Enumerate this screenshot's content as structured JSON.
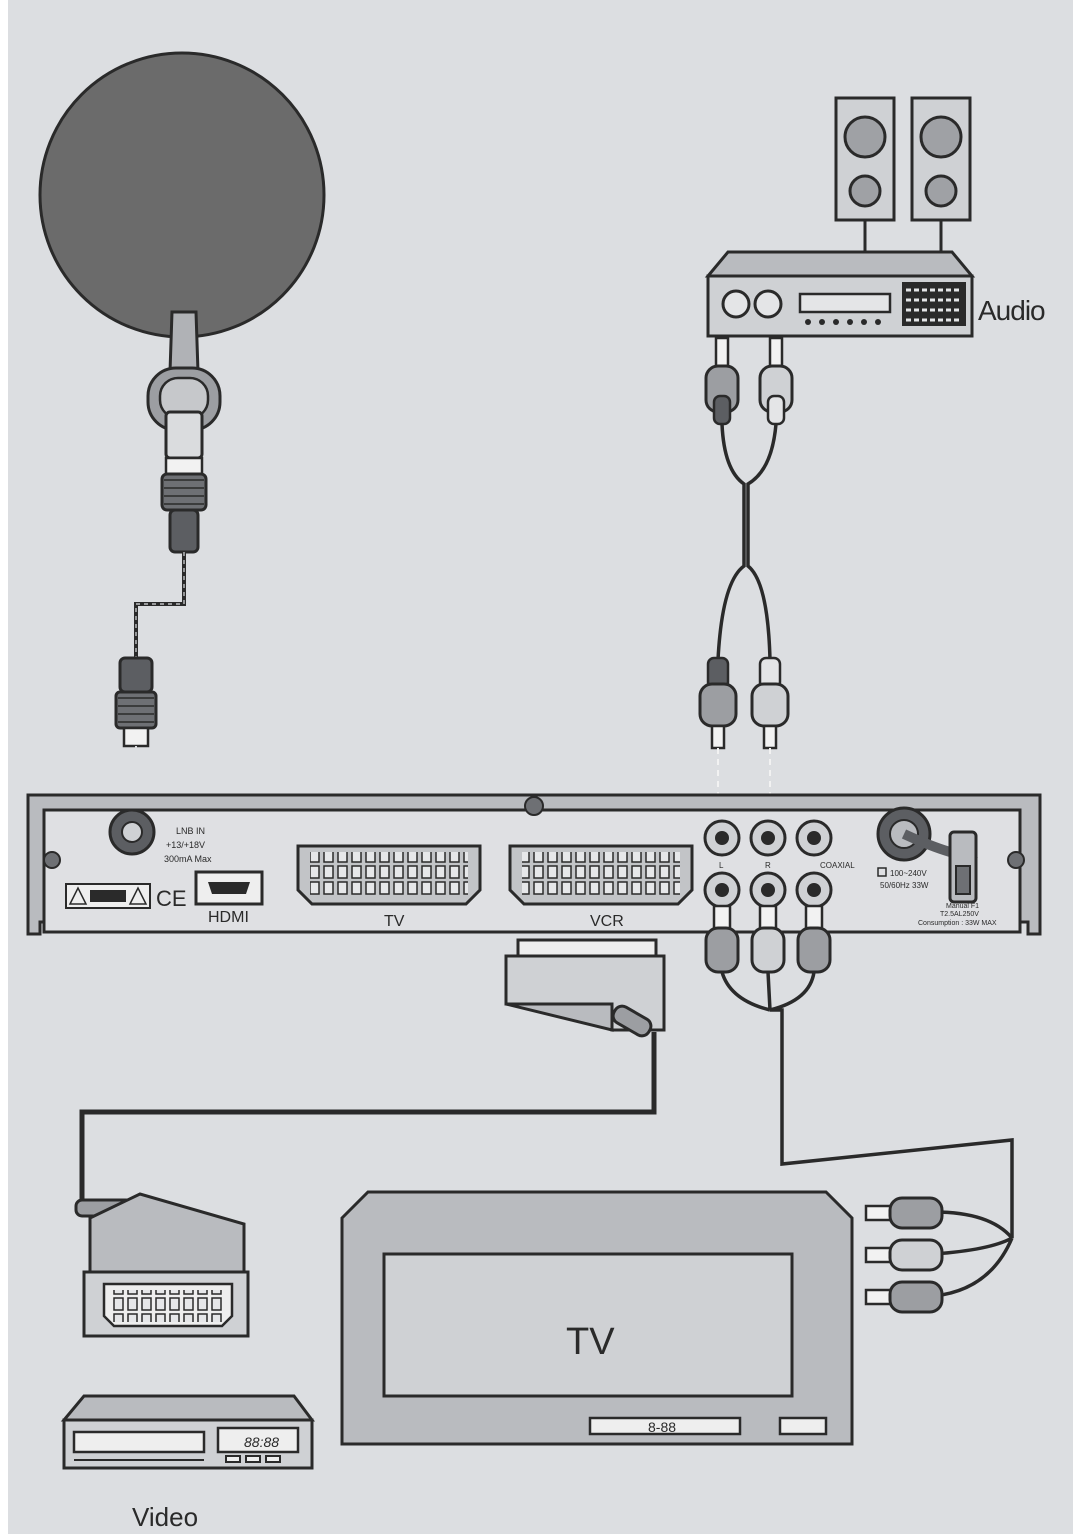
{
  "labels": {
    "audio": "Audio",
    "video": "Video",
    "tv_set": "TV",
    "hdmi": "HDMI",
    "scart_tv": "TV",
    "scart_vcr": "VCR",
    "lnb_in": "LNB IN",
    "lnb_power": "+13/+18V",
    "lnb_current": "300mA Max",
    "coaxial": "COAXIAL",
    "ce_mark": "CE",
    "port_l": "L",
    "port_r": "R",
    "power_spec": "100~240V",
    "power_hz": "50/60Hz 33W",
    "fuse_label": "Manual F1",
    "fuse_spec": "T2.5AL250V",
    "consumption": "Consumption : 33W MAX",
    "vcr_display": "88:88",
    "tv_display": "8-88"
  },
  "colors": {
    "background": "#dcdee1",
    "line": "#2a2a2a",
    "device_fill": "#cfd1d4",
    "dish_fill": "#6b6b6b",
    "connector_fill": "#bcbec2"
  }
}
